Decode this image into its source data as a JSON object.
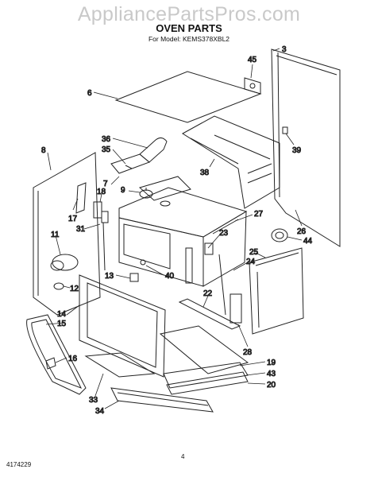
{
  "watermark": "AppliancePartsPros.com",
  "header": {
    "title": "OVEN PARTS",
    "model": "For Model: KEMS378XBL2"
  },
  "callouts": [
    "3",
    "45",
    "6",
    "39",
    "8",
    "36",
    "35",
    "38",
    "7",
    "9",
    "18",
    "17",
    "31",
    "27",
    "23",
    "26",
    "44",
    "11",
    "25",
    "24",
    "13",
    "40",
    "12",
    "22",
    "14",
    "15",
    "16",
    "28",
    "19",
    "43",
    "20",
    "33",
    "34"
  ],
  "footer": {
    "doc_number": "4174229",
    "page_number": "4"
  }
}
